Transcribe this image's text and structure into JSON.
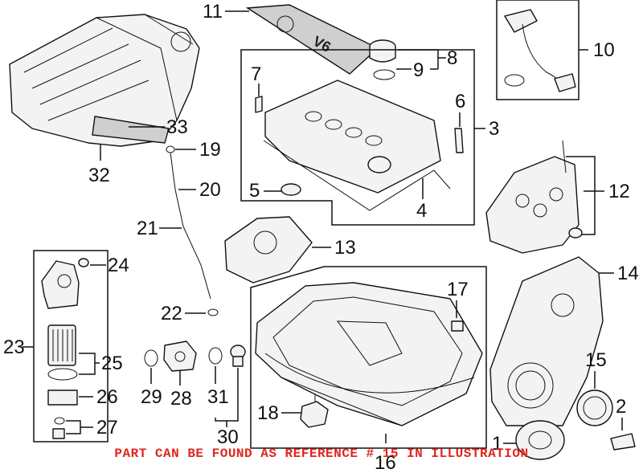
{
  "callouts": {
    "c1": "1",
    "c2": "2",
    "c3": "3",
    "c4": "4",
    "c5": "5",
    "c6": "6",
    "c7": "7",
    "c8": "8",
    "c9": "9",
    "c10": "10",
    "c11": "11",
    "c12": "12",
    "c13": "13",
    "c14": "14",
    "c15": "15",
    "c16": "16",
    "c17": "17",
    "c18": "18",
    "c19": "19",
    "c20": "20",
    "c21": "21",
    "c22": "22",
    "c23": "23",
    "c24": "24",
    "c25": "25",
    "c26": "26",
    "c27": "27",
    "c28": "28",
    "c29": "29",
    "c30": "30",
    "c31": "31",
    "c32": "32",
    "c33": "33"
  },
  "cover_lettering": "V6",
  "caption": "PART CAN BE FOUND AS REFERENCE # 15 IN ILLUSTRATION",
  "colors": {
    "caption": "#e0261f",
    "line": "#111111"
  }
}
